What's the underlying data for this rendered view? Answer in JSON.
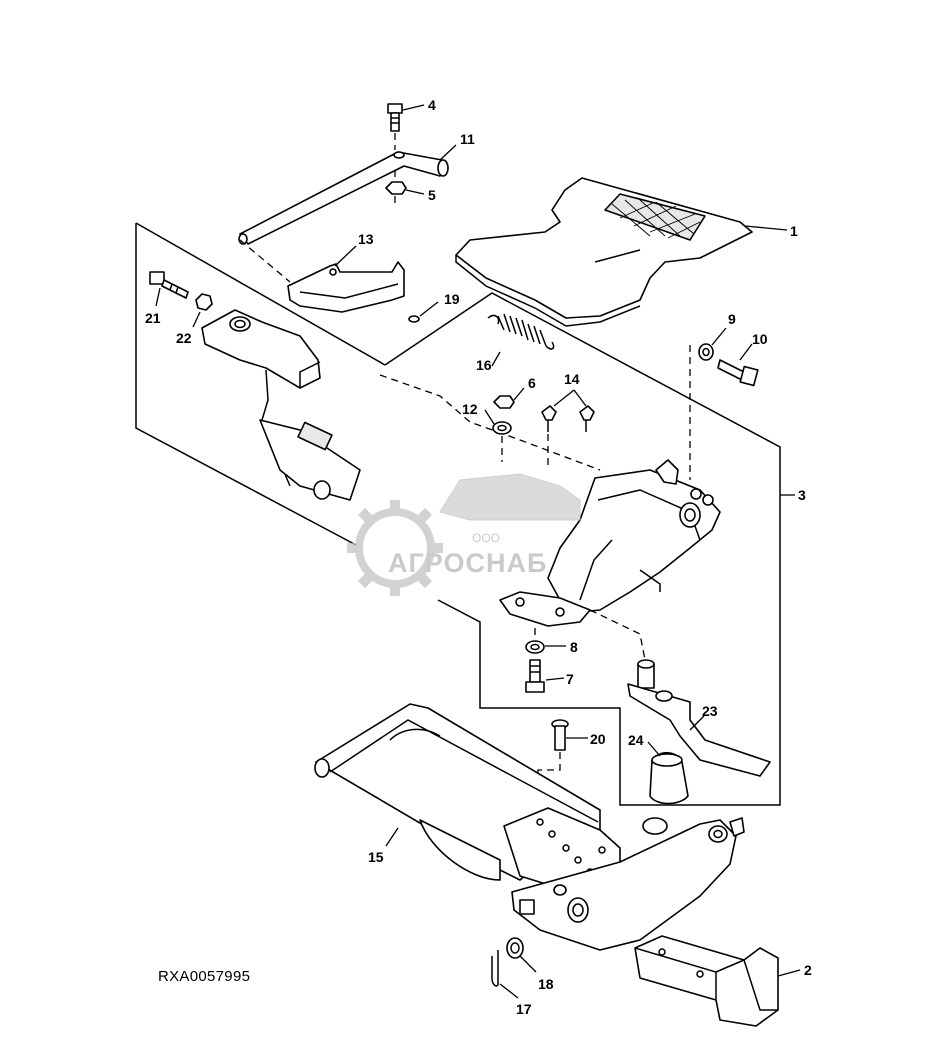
{
  "figure_id": "RXA0057995",
  "watermark": {
    "company_prefix": "ООО",
    "company_name": "АГРОСНАБ"
  },
  "callouts": [
    "1",
    "2",
    "3",
    "4",
    "5",
    "6",
    "7",
    "8",
    "9",
    "10",
    "11",
    "12",
    "13",
    "14",
    "15",
    "16",
    "17",
    "18",
    "19",
    "20",
    "21",
    "22",
    "23",
    "24"
  ],
  "colors": {
    "line": "#000000",
    "paper": "#ffffff",
    "watermark": "#b9b9b9"
  }
}
